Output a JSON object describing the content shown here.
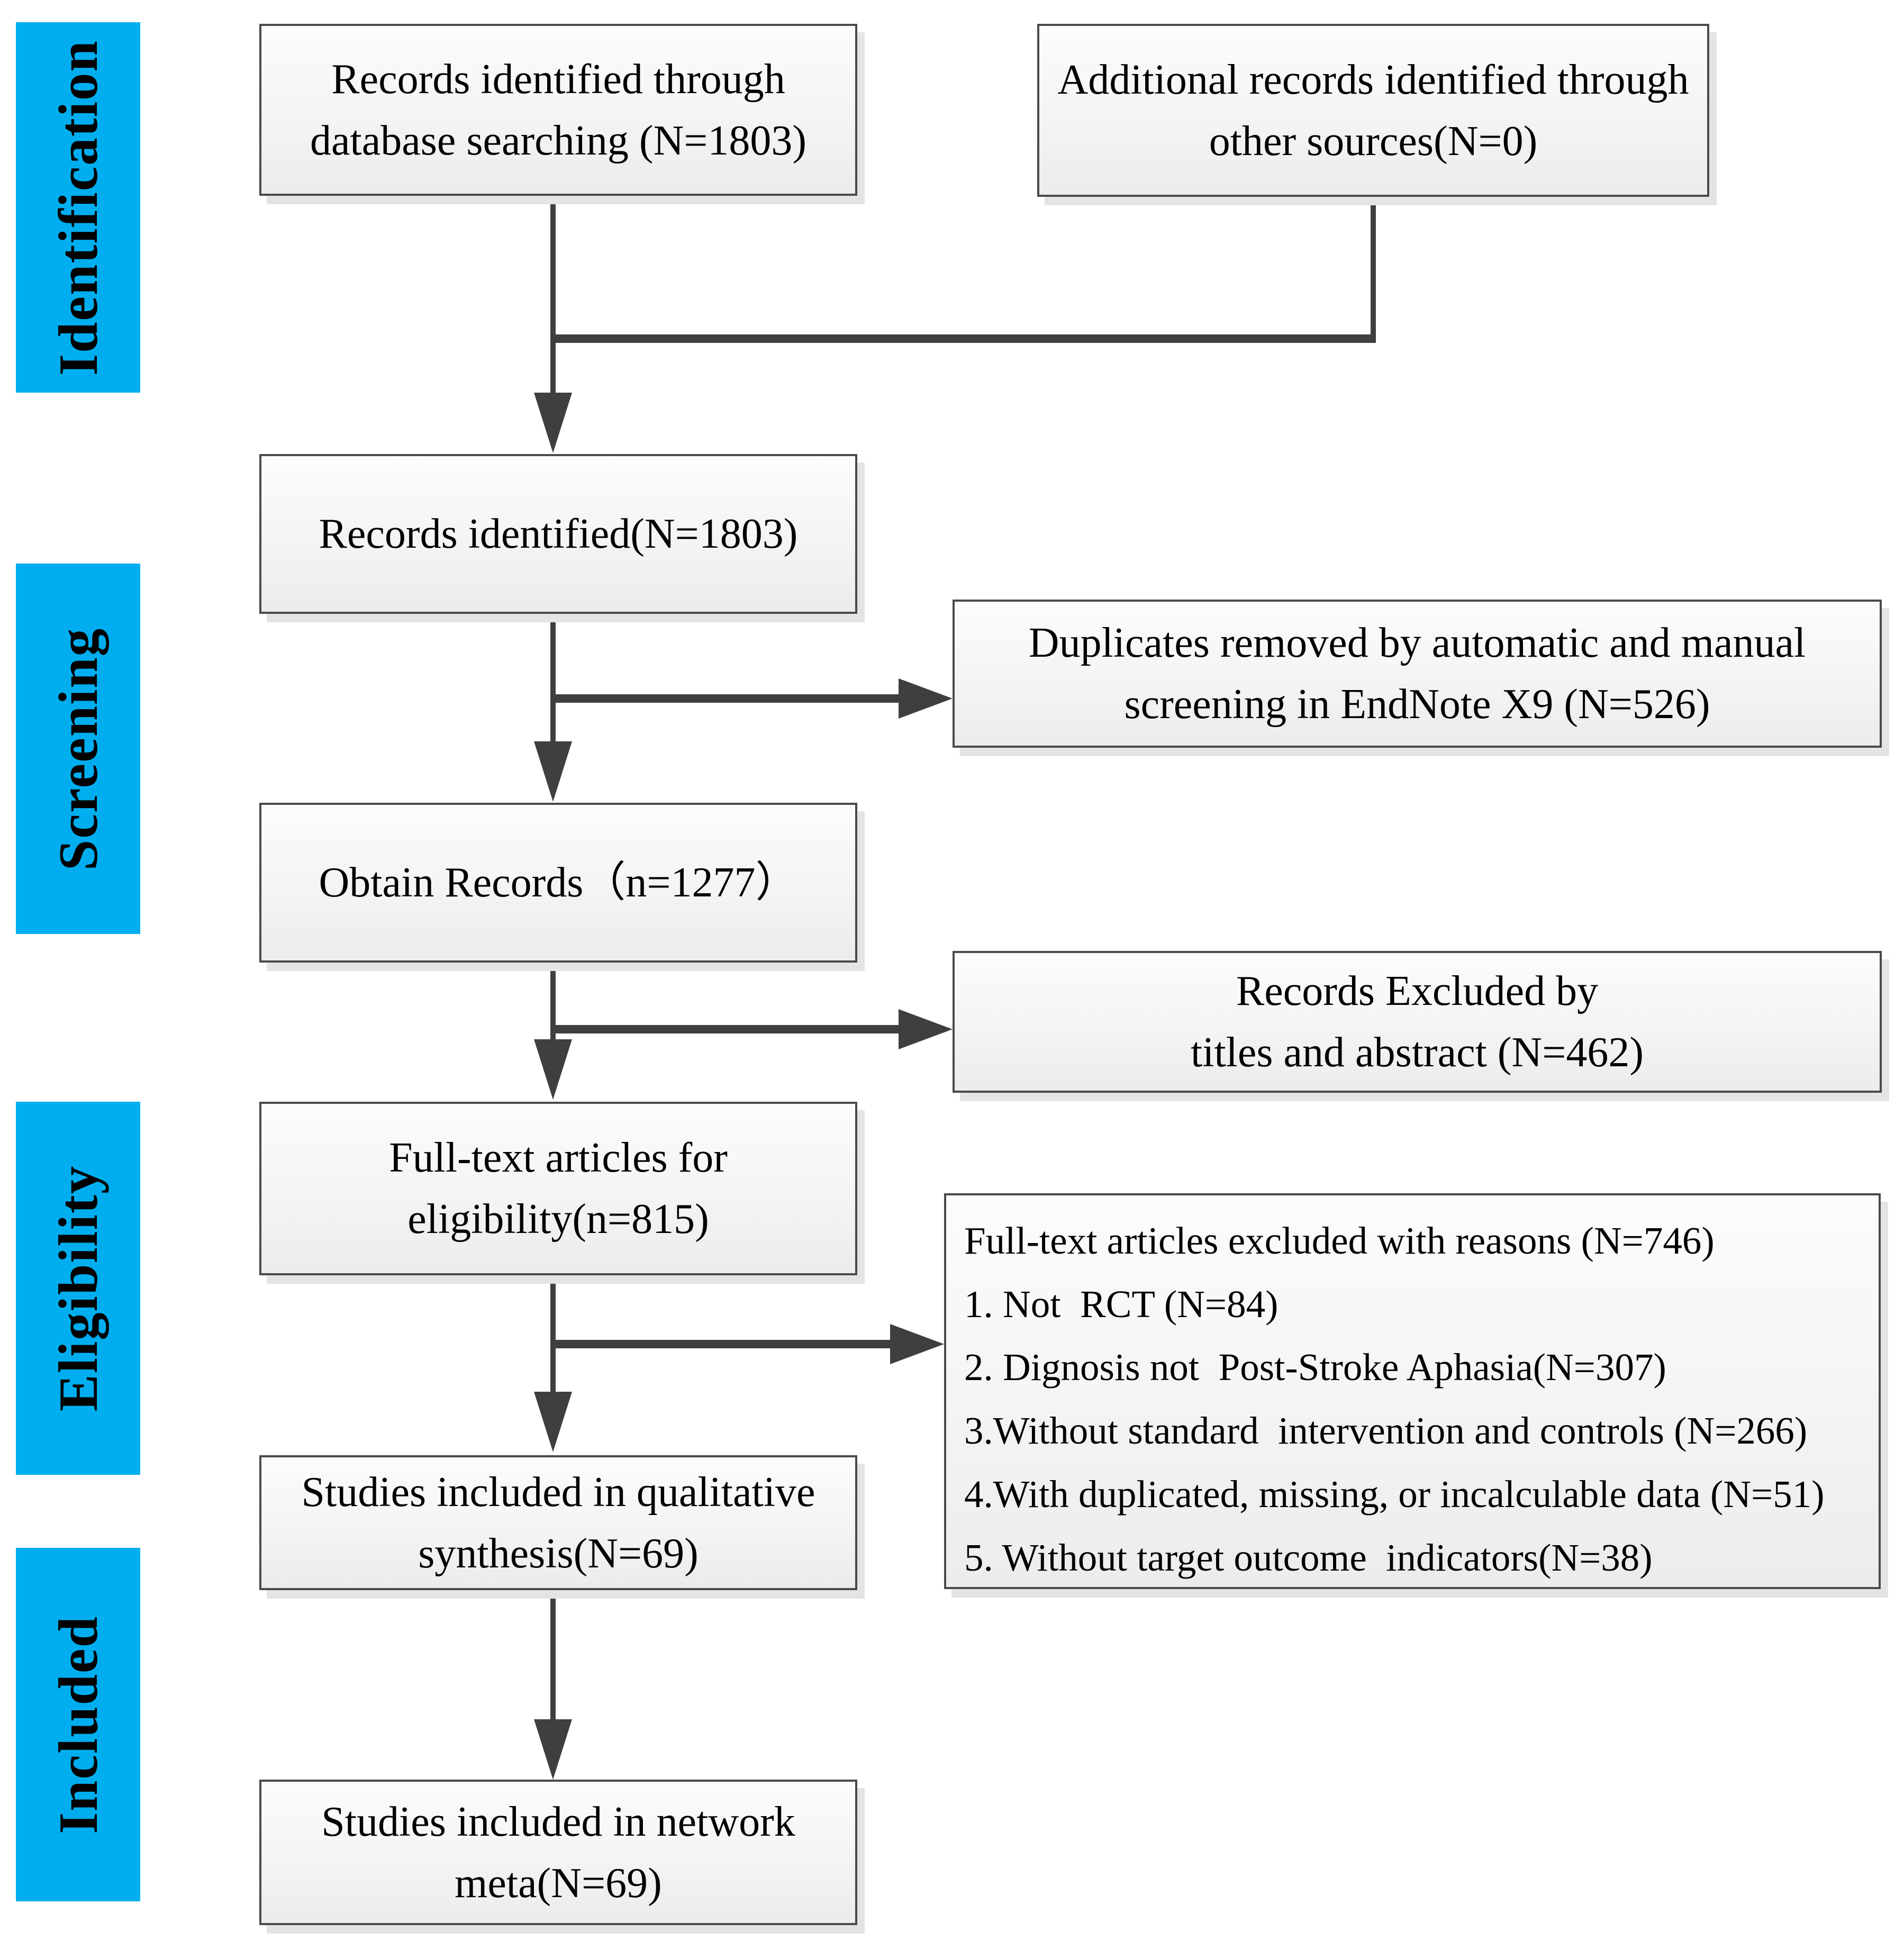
{
  "figure": {
    "type": "prisma-flow-diagram",
    "colors": {
      "stage_band": "#00AEEF",
      "connector": "#3F3F3F",
      "box_border": "#4A4A4A"
    }
  },
  "stages": [
    {
      "label": "Identification"
    },
    {
      "label": "Screening"
    },
    {
      "label": "Eligibility"
    },
    {
      "label": "Included"
    }
  ],
  "boxes": {
    "database_search": "Records  identified through\ndatabase searching (N=1803)",
    "other_sources": "Additional records identified through\nother sources(N=0)",
    "records_identified": "Records  identified(N=1803)",
    "duplicates_removed": "Duplicates  removed by automatic and manual\nscreening in EndNote X9 (N=526)",
    "obtain_records": "Obtain Records（n=1277）",
    "records_excluded": "Records Excluded  by\ntitles and abstract (N=462)",
    "fulltext_eligibility": "Full-text articles for\neligibility(n=815)",
    "fulltext_excluded_title": "Full-text articles excluded with reasons (N=746)",
    "fulltext_excluded_reasons": [
      "1. Not  RCT (N=84)",
      "2. Dignosis not  Post-Stroke Aphasia(N=307)",
      "3.Without standard  intervention and controls (N=266)",
      "4.With duplicated, missing, or incalculable data (N=51)",
      "5. Without target outcome  indicators(N=38)"
    ],
    "qualitative_synthesis": "Studies included in qualitative\nsynthesis(N=69)",
    "network_meta": "Studies included in network\nmeta(N=69)"
  }
}
